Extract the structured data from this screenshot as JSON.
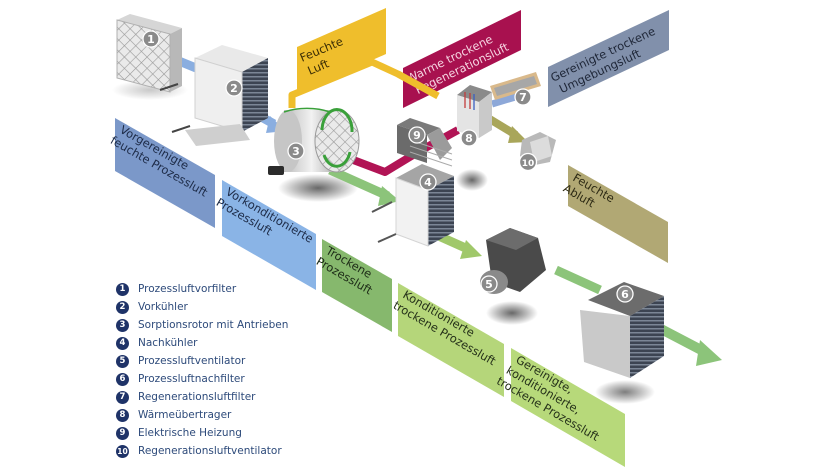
{
  "colors": {
    "process_humid": "#7b98c9",
    "preconditioned": "#8ab4e6",
    "dry_process": "#86b86d",
    "conditioned": "#b5d67a",
    "cleaned_conditioned": "#b7d97a",
    "humid_air": "#efbe2c",
    "warm_regen": "#a8114f",
    "clean_ambient": "#8190ab",
    "humid_exhaust": "#b1a874",
    "legend_badge": "#1f3368",
    "legend_text": "#2d4a7a"
  },
  "banners": {
    "vorgereinigte": [
      "Vorgereinigte",
      "feuchte Prozessluft"
    ],
    "vorkonditionierte": [
      "Vorkonditionierte",
      "Prozessluft"
    ],
    "trockene": [
      "Trockene",
      "Prozessluft"
    ],
    "konditionierte": [
      "Konditionierte",
      "trockene Prozessluft"
    ],
    "gereinigte": [
      "Gereinigte,",
      "konditionierte,",
      "trockene Prozessluft"
    ],
    "feuchte_luft": [
      "Feuchte",
      "Luft"
    ],
    "warme_regen": [
      "Warme trockene",
      "Regenerationsluft"
    ],
    "gereinigte_umgebung": [
      "Gereinigte trockene",
      "Umgebungsluft"
    ],
    "feuchte_abluft": [
      "Feuchte",
      "Abluft"
    ]
  },
  "component_numbers": [
    "1",
    "2",
    "3",
    "4",
    "5",
    "6",
    "7",
    "8",
    "9",
    "10"
  ],
  "legend": [
    {
      "num": "1",
      "label": "Prozessluftvorfilter"
    },
    {
      "num": "2",
      "label": "Vorkühler"
    },
    {
      "num": "3",
      "label": "Sorptionsrotor mit Antrieben"
    },
    {
      "num": "4",
      "label": "Nachkühler"
    },
    {
      "num": "5",
      "label": "Prozessluftventilator"
    },
    {
      "num": "6",
      "label": "Prozessluftnachfilter"
    },
    {
      "num": "7",
      "label": "Regenerationsluftfilter"
    },
    {
      "num": "8",
      "label": "Wärmeübertrager"
    },
    {
      "num": "9",
      "label": "Elektrische Heizung"
    },
    {
      "num": "10",
      "label": "Regenerationsluftventilator"
    }
  ]
}
